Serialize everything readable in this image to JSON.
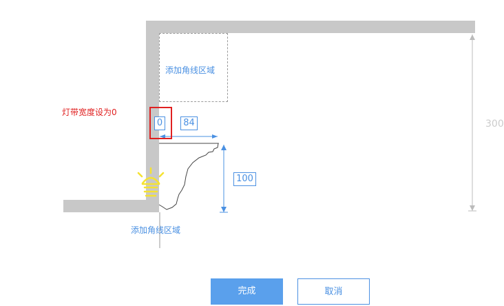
{
  "colors": {
    "wall": "#c8c8c8",
    "accent": "#4a90e2",
    "primary_button": "#5aa0ec",
    "note": "#e02020",
    "light": "#f5e232",
    "dim_gray": "#bbbbbb"
  },
  "upper_zone": {
    "label": "添加角线区域"
  },
  "lower_zone": {
    "label": "添加角线区域"
  },
  "note": {
    "text": "灯带宽度设为0"
  },
  "inputs": {
    "light_strip_width": "0",
    "offset": "84",
    "height": "100"
  },
  "wall_height_label": "300",
  "buttons": {
    "confirm": "完成",
    "cancel": "取消"
  },
  "icons": {
    "light": "light-bulb-icon",
    "molding": "crown-molding-profile"
  }
}
